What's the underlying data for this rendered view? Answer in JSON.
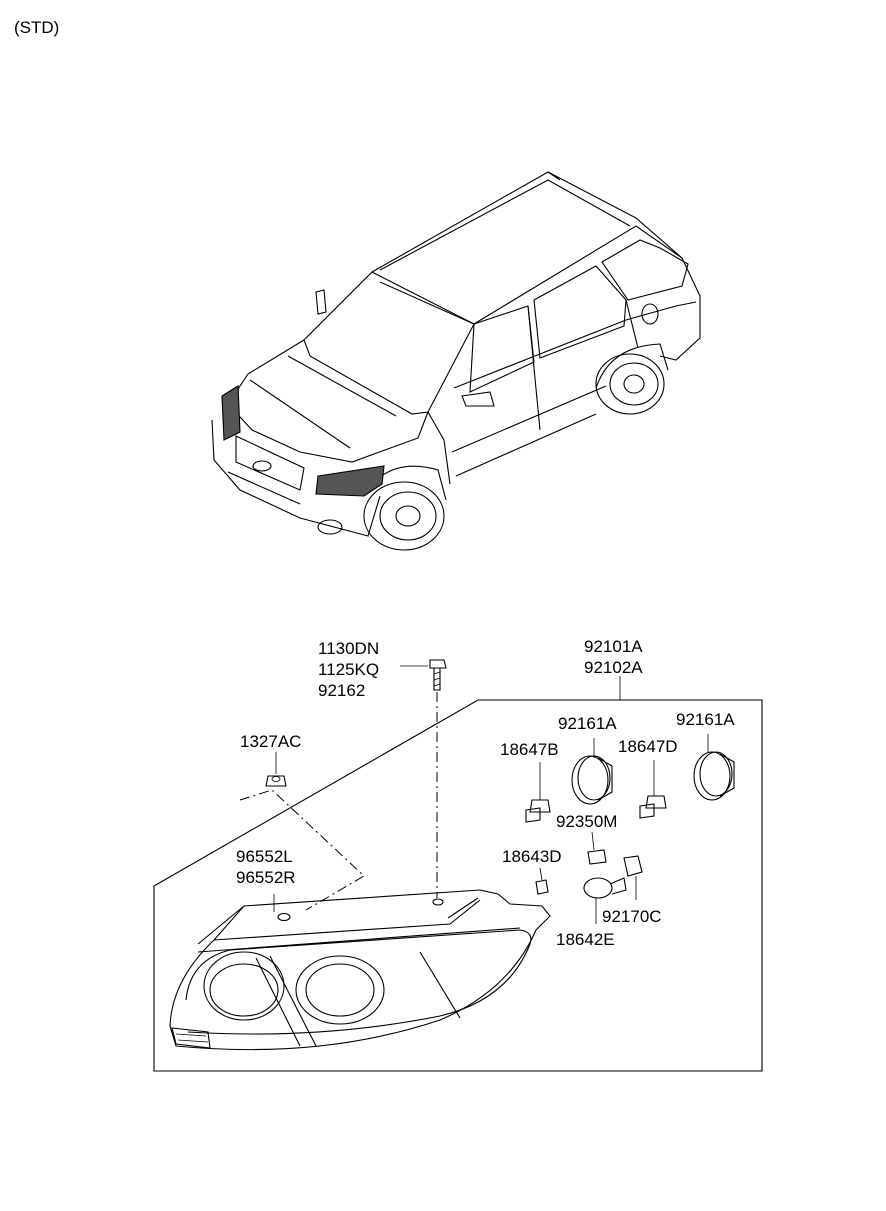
{
  "variant_label": "(STD)",
  "parts": {
    "p_1130dn": "1130DN",
    "p_1125kq": "1125KQ",
    "p_92162": "92162",
    "p_1327ac": "1327AC",
    "p_96552l": "96552L",
    "p_96552r": "96552R",
    "p_92101a": "92101A",
    "p_92102a": "92102A",
    "p_92161a_left": "92161A",
    "p_92161a_right": "92161A",
    "p_18647b": "18647B",
    "p_18647d": "18647D",
    "p_92350m": "92350M",
    "p_18643d": "18643D",
    "p_92170c": "92170C",
    "p_18642e": "18642E"
  },
  "vehicle_headlamp_fill": "#555555"
}
